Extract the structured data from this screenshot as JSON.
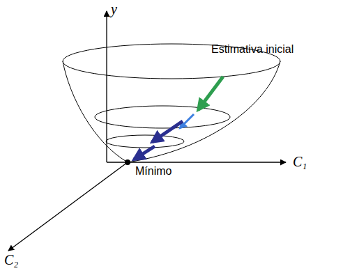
{
  "diagram": {
    "labels": [
      "y",
      "Estimativa inicial",
      "Mínimo",
      "C₁",
      "C₂"
    ]
  }
}
